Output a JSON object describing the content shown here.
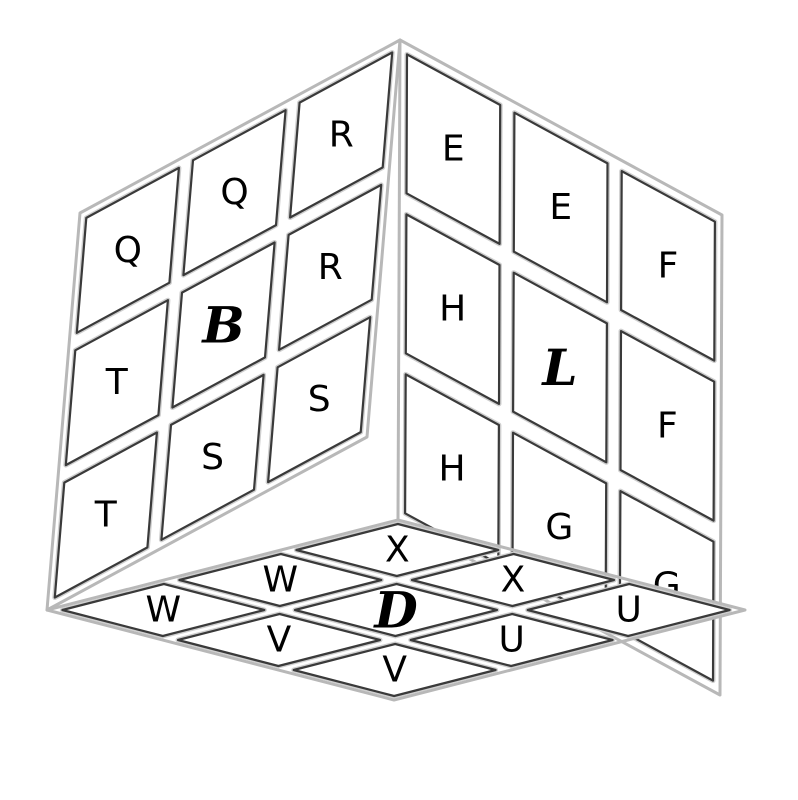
{
  "cube": {
    "left_face": {
      "rows": [
        [
          "Q",
          "Q",
          "R"
        ],
        [
          "T",
          "B",
          "R"
        ],
        [
          "T",
          "S",
          "S"
        ]
      ],
      "center": "B"
    },
    "right_face": {
      "rows": [
        [
          "E",
          "E",
          "F"
        ],
        [
          "H",
          "L",
          "F"
        ],
        [
          "H",
          "G",
          "G"
        ]
      ],
      "center": "L"
    },
    "bottom_face": {
      "rows": [
        [
          "X",
          "X",
          "U"
        ],
        [
          "W",
          "D",
          "U"
        ],
        [
          "W",
          "V",
          "V"
        ]
      ],
      "center": "D"
    }
  }
}
